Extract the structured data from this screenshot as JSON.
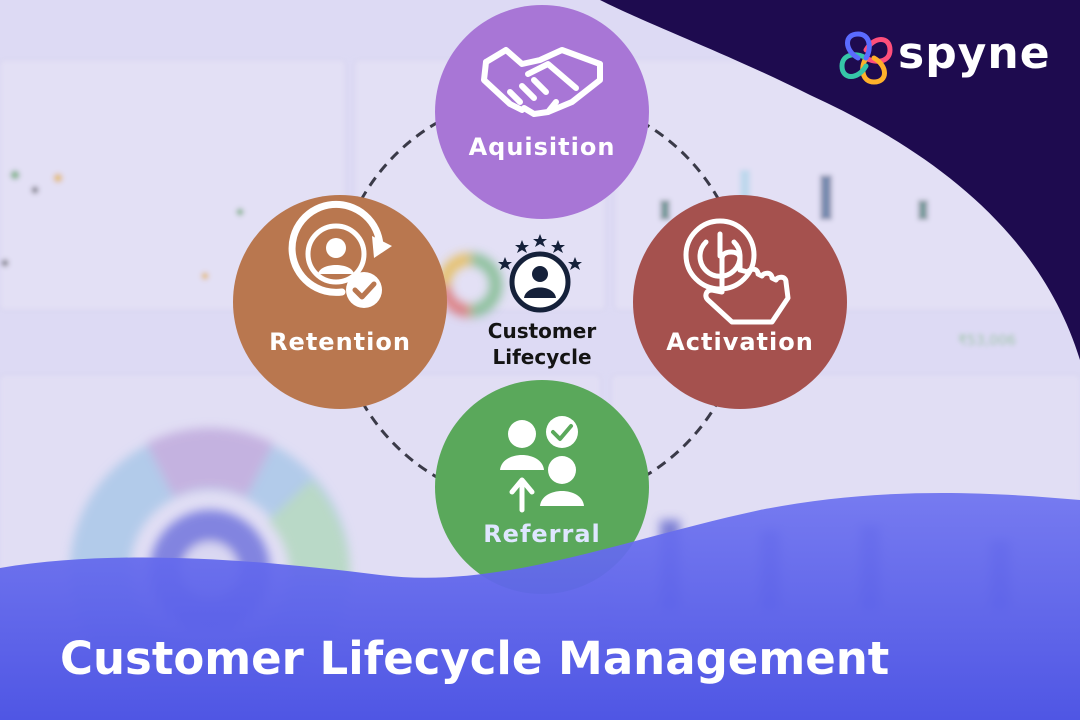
{
  "brand": {
    "name": "spyne",
    "logo_icon": "infinity-loop-icon"
  },
  "diagram": {
    "center": {
      "line1": "Customer",
      "line2": "Lifecycle",
      "icon": "customer-with-stars-icon"
    },
    "stages": [
      {
        "id": "acquisition",
        "label": "Aquisition",
        "icon": "handshake-icon",
        "color": "#a876d6"
      },
      {
        "id": "activation",
        "label": "Activation",
        "icon": "finger-press-power-icon",
        "color": "#a5514e"
      },
      {
        "id": "referral",
        "label": "Referral",
        "icon": "people-referral-icon",
        "color": "#5aa85b"
      },
      {
        "id": "retention",
        "label": "Retention",
        "icon": "user-refresh-check-icon",
        "color": "#b9774f"
      }
    ]
  },
  "footer": {
    "title": "Customer Lifecycle Management"
  },
  "colors": {
    "banner": "#1e0b4f",
    "wave": "#5a60ea",
    "background": "#dcd9f3"
  }
}
